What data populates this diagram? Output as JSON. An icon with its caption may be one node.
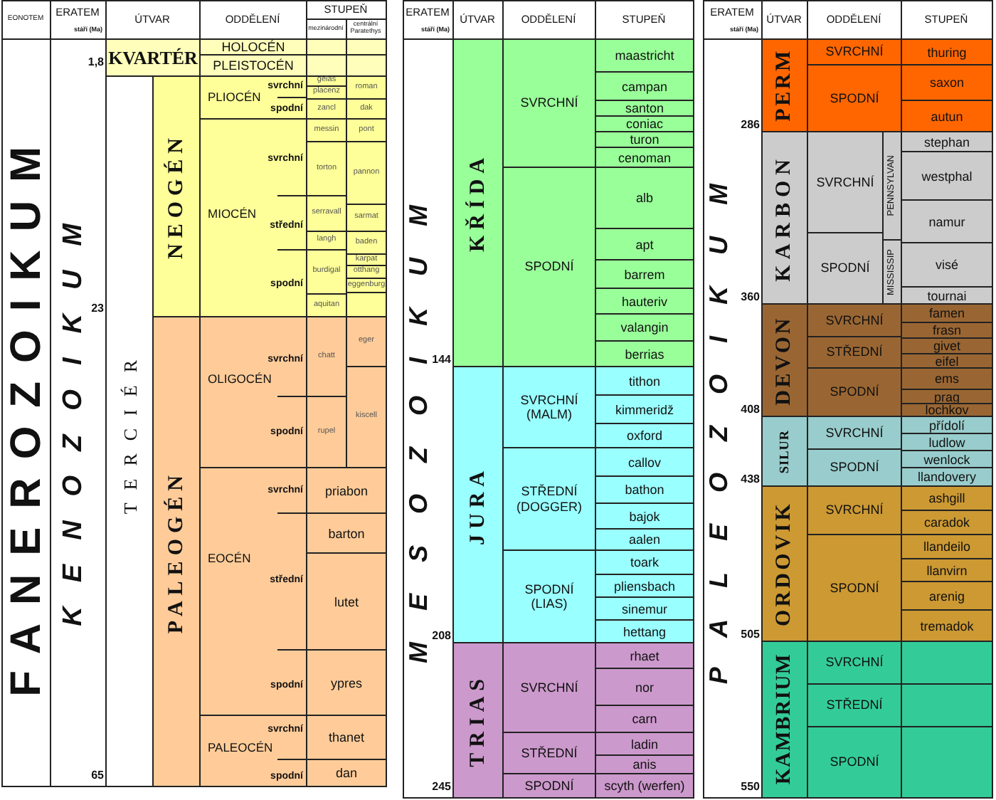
{
  "diagram": {
    "nodes": [
      {
        "text": [
          "FANEROZOIKUM"
        ]
      },
      {
        "text": [
          "KENOZOIKUM"
        ]
      },
      {
        "text": [
          "KVARTÉR"
        ]
      },
      {
        "text": [
          "TERCIÉR"
        ]
      },
      {
        "text": [
          "NEOGÉN"
        ]
      },
      {
        "text": [
          "PALEOGÉN"
        ]
      },
      {
        "text": [
          "HOLOCÉN"
        ]
      },
      {
        "text": [
          "PLEISTOCÉN"
        ]
      },
      {
        "text": [
          "PLIOCÉN",
          "svrchní",
          "spodní"
        ]
      },
      {
        "text": [
          "MIOCÉN",
          "svrchní",
          "střední",
          "spodní"
        ]
      },
      {
        "text": [
          "svrchní",
          "OLIGOCÉN",
          "spodní"
        ]
      },
      {
        "text": [
          "EOCÉN",
          "svrchní",
          "střední",
          "spodní"
        ]
      },
      {
        "text": [
          "svrchní",
          "PALEOCÉN",
          "spodní"
        ]
      },
      {
        "text": [],
        "shape": "box"
      },
      {
        "text": [],
        "shape": "box"
      },
      {
        "text": [],
        "shape": "box"
      },
      {
        "text": [],
        "shape": "box"
      },
      {
        "text": [
          "gelas"
        ]
      },
      {
        "text": [
          "placenz"
        ]
      },
      {
        "text": [
          "zancl"
        ]
      },
      {
        "text": [
          "messin"
        ]
      },
      {
        "text": [
          "torton"
        ]
      },
      {
        "text": [
          "serravall"
        ]
      },
      {
        "text": [
          "langh"
        ]
      },
      {
        "text": [
          "burdigal"
        ]
      },
      {
        "text": [
          "aquitan"
        ]
      },
      {
        "text": [
          "chatt"
        ]
      },
      {
        "text": [
          "rupel"
        ]
      },
      {
        "text": [
          "roman"
        ]
      },
      {
        "text": [
          "dak"
        ]
      },
      {
        "text": [
          "pont"
        ]
      },
      {
        "text": [
          "pannon"
        ]
      },
      {
        "text": [
          "sarmat"
        ]
      },
      {
        "text": [
          "baden"
        ]
      },
      {
        "text": [
          "karpat"
        ]
      },
      {
        "text": [
          "otthang"
        ]
      },
      {
        "text": [
          "eggenburg"
        ]
      },
      {
        "text": [],
        "shape": "box"
      },
      {
        "text": [
          "eger"
        ]
      },
      {
        "text": [
          "kiscell"
        ]
      },
      {
        "text": [
          "priabon"
        ]
      },
      {
        "text": [
          "barton"
        ]
      },
      {
        "text": [
          "lutet"
        ]
      },
      {
        "text": [
          "ypres"
        ]
      },
      {
        "text": [
          "thanet"
        ]
      },
      {
        "text": [
          "dan"
        ]
      },
      {
        "text": [
          "MESOZOIKUM"
        ]
      },
      {
        "text": [
          "KŘÍDA"
        ]
      },
      {
        "text": [
          "JURA"
        ]
      },
      {
        "text": [
          "TRIAS"
        ]
      },
      {
        "text": [
          "SVRCHNÍ"
        ]
      },
      {
        "text": [
          "SPODNÍ"
        ]
      },
      {
        "text": [
          "SVRCHNÍ (MALM)"
        ]
      },
      {
        "text": [
          "STŘEDNÍ (DOGGER)"
        ]
      },
      {
        "text": [
          "SPODNÍ (LIAS)"
        ]
      },
      {
        "text": [
          "SVRCHNÍ"
        ]
      },
      {
        "text": [
          "STŘEDNÍ"
        ]
      },
      {
        "text": [
          "SPODNÍ"
        ]
      },
      {
        "text": [
          "maastricht"
        ]
      },
      {
        "text": [
          "campan"
        ]
      },
      {
        "text": [
          "santon"
        ]
      },
      {
        "text": [
          "coniac"
        ]
      },
      {
        "text": [
          "turon"
        ]
      },
      {
        "text": [
          "cenoman"
        ]
      },
      {
        "text": [
          "alb"
        ]
      },
      {
        "text": [
          "apt"
        ]
      },
      {
        "text": [
          "barrem"
        ]
      },
      {
        "text": [
          "hauteriv"
        ]
      },
      {
        "text": [
          "valangin"
        ]
      },
      {
        "text": [
          "berrias"
        ]
      },
      {
        "text": [
          "tithon"
        ]
      },
      {
        "text": [
          "kimmeridž"
        ]
      },
      {
        "text": [
          "oxford"
        ]
      },
      {
        "text": [
          "callov"
        ]
      },
      {
        "text": [
          "bathon"
        ]
      },
      {
        "text": [
          "bajok"
        ]
      },
      {
        "text": [
          "aalen"
        ]
      },
      {
        "text": [
          "toark"
        ]
      },
      {
        "text": [
          "pliensbach"
        ]
      },
      {
        "text": [
          "sinemur"
        ]
      },
      {
        "text": [
          "hettang"
        ]
      },
      {
        "text": [
          "rhaet"
        ]
      },
      {
        "text": [
          "nor"
        ]
      },
      {
        "text": [
          "carn"
        ]
      },
      {
        "text": [
          "ladin"
        ]
      },
      {
        "text": [
          "anis"
        ]
      },
      {
        "text": [
          "scyth (werfen)"
        ]
      },
      {
        "text": [
          "PALEOZOIKUM"
        ]
      },
      {
        "text": [
          "PERM"
        ]
      },
      {
        "text": [
          "KARBON"
        ]
      },
      {
        "text": [
          "DEVON"
        ]
      },
      {
        "text": [
          "SILUR"
        ]
      },
      {
        "text": [
          "ORDOVIK"
        ]
      },
      {
        "text": [
          "KAMBRIUM"
        ]
      },
      {
        "text": [
          "SVRCHNÍ"
        ]
      },
      {
        "text": [
          "SPODNÍ"
        ]
      },
      {
        "text": [
          "SVRCHNÍ"
        ]
      },
      {
        "text": [
          "SPODNÍ"
        ]
      },
      {
        "text": [
          "PENNSYLVAN"
        ]
      },
      {
        "text": [
          "MISSISSIP"
        ]
      },
      {
        "text": [
          "SVRCHNÍ"
        ]
      },
      {
        "text": [
          "STŘEDNÍ"
        ]
      },
      {
        "text": [
          "SPODNÍ"
        ]
      },
      {
        "text": [
          "SVRCHNÍ"
        ]
      },
      {
        "text": [
          "SPODNÍ"
        ]
      },
      {
        "text": [
          "SVRCHNÍ"
        ]
      },
      {
        "text": [
          "SPODNÍ"
        ]
      },
      {
        "text": [
          "SVRCHNÍ"
        ]
      },
      {
        "text": [
          "STŘEDNÍ"
        ]
      },
      {
        "text": [
          "SPODNÍ"
        ]
      },
      {
        "text": [
          "thuring"
        ]
      },
      {
        "text": [
          "saxon"
        ]
      },
      {
        "text": [
          "autun"
        ]
      },
      {
        "text": [
          "stephan"
        ]
      },
      {
        "text": [
          "westphal"
        ]
      },
      {
        "text": [
          "namur"
        ]
      },
      {
        "text": [
          "visé"
        ]
      },
      {
        "text": [
          "tournai"
        ]
      },
      {
        "text": [
          "famen"
        ]
      },
      {
        "text": [
          "frasn"
        ]
      },
      {
        "text": [
          "givet"
        ]
      },
      {
        "text": [
          "eifel"
        ]
      },
      {
        "text": [
          "ems"
        ]
      },
      {
        "text": [
          "prag"
        ]
      },
      {
        "text": [
          "lochkov"
        ]
      },
      {
        "text": [
          "přídolí"
        ]
      },
      {
        "text": [
          "ludlow"
        ]
      },
      {
        "text": [
          "wenlock"
        ]
      },
      {
        "text": [
          "llandovery"
        ]
      },
      {
        "text": [
          "ashgill"
        ]
      },
      {
        "text": [
          "caradok"
        ]
      },
      {
        "text": [
          "llandeilo"
        ]
      },
      {
        "text": [
          "llanvirn"
        ]
      },
      {
        "text": [
          "arenig"
        ]
      },
      {
        "text": [
          "tremadok"
        ]
      },
      {
        "text": [],
        "shape": "box"
      },
      {
        "text": [],
        "shape": "box"
      },
      {
        "text": [],
        "shape": "box"
      }
    ],
    "labels": [
      "EONOTEM",
      "ERATEM",
      "stáří (Ma)",
      "ÚTVAR",
      "ODDĚLENÍ",
      "STUPEŇ",
      "mezinárodní",
      "centrální Paratethys",
      "1,8",
      "23",
      "65",
      "ERATEM",
      "stáří (Ma)",
      "ÚTVAR",
      "ODDĚLENÍ",
      "STUPEŇ",
      "144",
      "208",
      "245",
      "ERATEM",
      "stáří (Ma)",
      "ÚTVAR",
      "ODDĚLENÍ",
      "STUPEŇ",
      "286",
      "360",
      "408",
      "438",
      "505",
      "550"
    ]
  }
}
